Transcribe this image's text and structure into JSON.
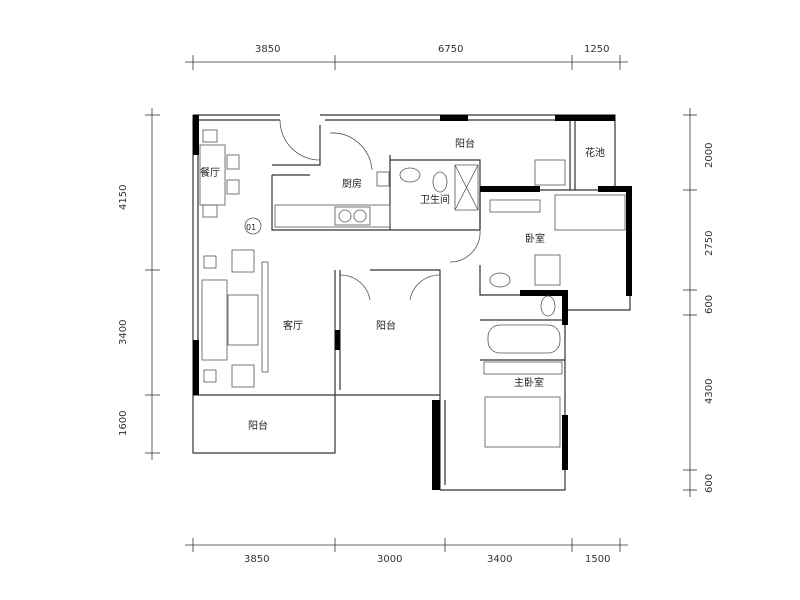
{
  "dimensions": {
    "top": [
      "3850",
      "6750",
      "1250"
    ],
    "bottom": [
      "3850",
      "3000",
      "3400",
      "1500"
    ],
    "left": [
      "4150",
      "3400",
      "1600"
    ],
    "right": [
      "2000",
      "2750",
      "600",
      "4300",
      "600"
    ]
  },
  "rooms": {
    "dining": "餐厅",
    "kitchen": "厨房",
    "balcony_top": "阳台",
    "planter": "花池",
    "bathroom": "卫生间",
    "bedroom": "卧室",
    "unit_no": "01",
    "living": "客厅",
    "balcony_center": "阳台",
    "master_bedroom": "主卧室",
    "balcony_bottom": "阳台"
  }
}
